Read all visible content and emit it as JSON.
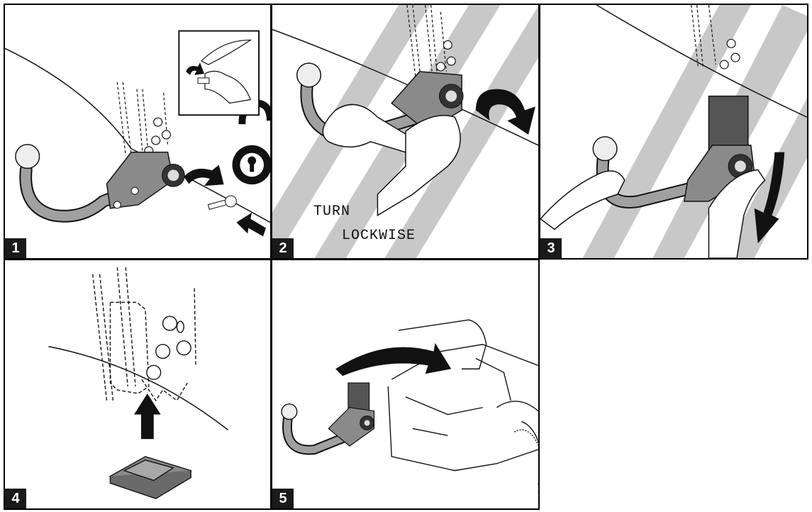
{
  "colors": {
    "stripe": "#c8c8c8",
    "metal": "#9a9a9a",
    "metal_dark": "#3a3a3a",
    "ink": "#111111",
    "badge": "#1a1a1a"
  },
  "panels": [
    {
      "step": "1",
      "icons": [
        "tow-hook",
        "key",
        "unlocked-padlock",
        "rotate-arrow",
        "insert-arrow",
        "hand-with-key"
      ]
    },
    {
      "step": "2",
      "icons": [
        "tow-hook",
        "hands",
        "rotate-arrow"
      ],
      "instruction_line_1": "TURN",
      "instruction_line_2": "LOCKWISE"
    },
    {
      "step": "3",
      "icons": [
        "tow-hook",
        "hands",
        "down-arrow"
      ]
    },
    {
      "step": "4",
      "icons": [
        "mounting-bracket",
        "cover-cap",
        "up-arrow"
      ]
    },
    {
      "step": "5",
      "icons": [
        "tow-hook",
        "car-trunk",
        "curved-arrow"
      ]
    }
  ]
}
